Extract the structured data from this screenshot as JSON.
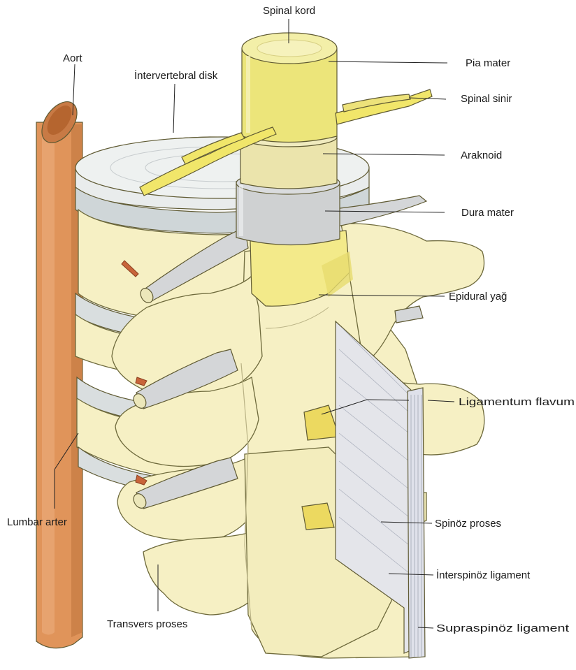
{
  "labels": {
    "spinal_kord": "Spinal kord",
    "aort": "Aort",
    "intervertebral_disk": "İntervertebral disk",
    "pia_mater": "Pia mater",
    "spinal_sinir": "Spinal sinir",
    "araknoid": "Araknoid",
    "dura_mater": "Dura mater",
    "epidural_yag": "Epidural yağ",
    "ligamentum_flavum": "Ligamentum flavum",
    "lumbar_arter": "Lumbar arter",
    "spinoz_proses": "Spinöz proses",
    "interspinoz_ligament": "İnterspinöz ligament",
    "transvers_proses": "Transvers proses",
    "supraspinoz_ligament": "Supraspinöz ligament"
  },
  "colors": {
    "bone": "#f6f0c4",
    "bone_shadow": "#e6dfa4",
    "disc": "#d9dedf",
    "disc_light": "#eef1f0",
    "aorta": "#e0945a",
    "aorta_dark": "#b96a35",
    "spinal_cord": "#ece57a",
    "arachnoid": "#ebe4ac",
    "dura": "#cfd1d2",
    "fat": "#f3ea8a",
    "nerve": "#f1e66a",
    "ligament": "#e4e5ea",
    "artery": "#c8643a"
  }
}
